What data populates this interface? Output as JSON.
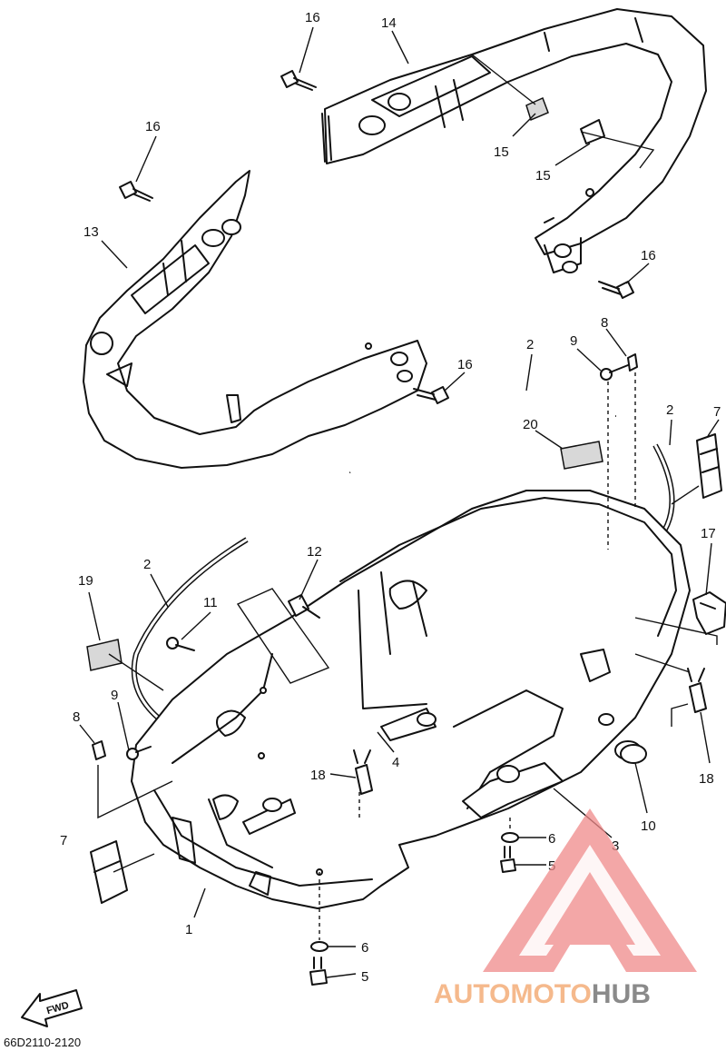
{
  "diagram": {
    "drawing_code": "66D2110-2120",
    "fwd_label": "FWD",
    "callouts": {
      "c1": "1",
      "c2a": "2",
      "c2b": "2",
      "c2c": "2",
      "c3": "3",
      "c4": "4",
      "c5a": "5",
      "c5b": "5",
      "c6a": "6",
      "c6b": "6",
      "c7a": "7",
      "c7b": "7",
      "c8a": "8",
      "c8b": "8",
      "c9a": "9",
      "c9b": "9",
      "c10": "10",
      "c11": "11",
      "c12": "12",
      "c13": "13",
      "c14": "14",
      "c15a": "15",
      "c15b": "15",
      "c16a": "16",
      "c16b": "16",
      "c16c": "16",
      "c16d": "16",
      "c17": "17",
      "c18a": "18",
      "c18b": "18",
      "c19": "19",
      "c20": "20"
    }
  },
  "watermark": {
    "brand_part1": "AUTOMOTO",
    "brand_part2": "HUB",
    "color_part1": "#f5b98c",
    "color_part2": "#8a8a8a",
    "triangle_color": "#f08a8a"
  }
}
